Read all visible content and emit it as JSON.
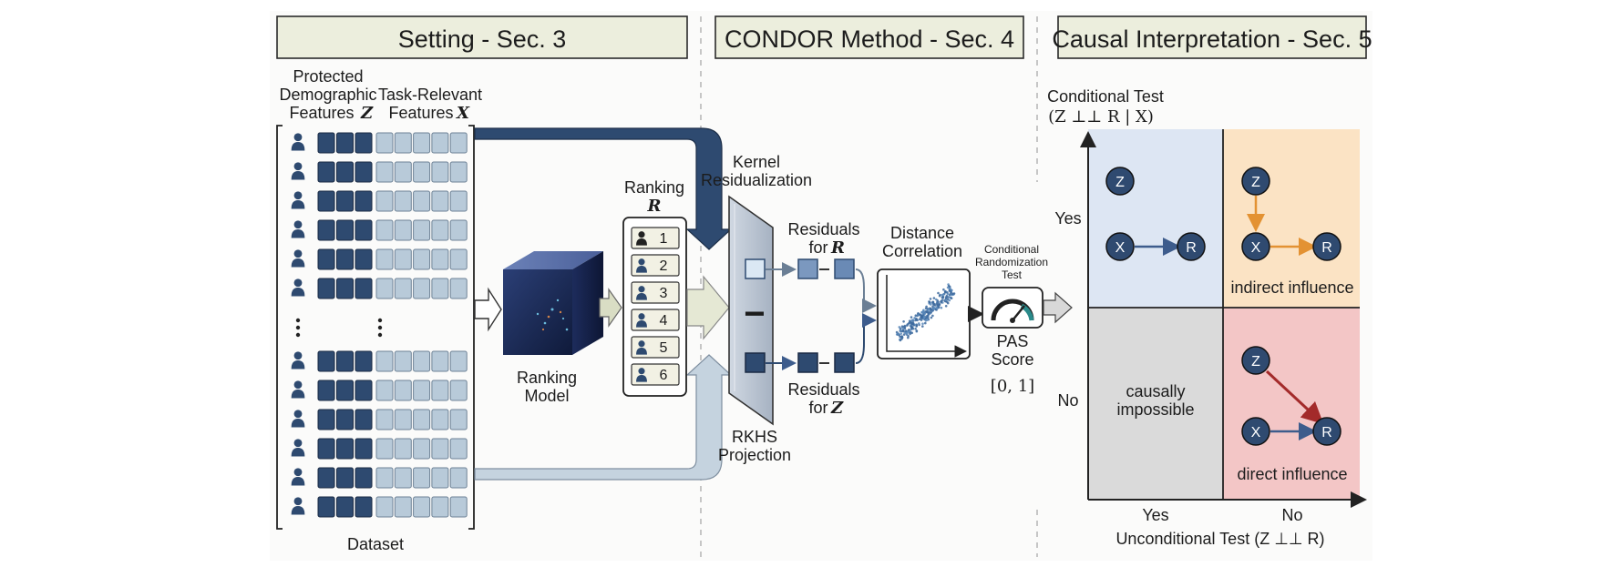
{
  "sections": [
    {
      "title": "Setting - Sec. 3"
    },
    {
      "title": "CONDOR Method - Sec. 4"
    },
    {
      "title": "Causal Interpretation - Sec. 5"
    }
  ],
  "setting": {
    "protected_label": [
      "Protected",
      "Demographic",
      "Features"
    ],
    "protected_symbol": "Z",
    "task_label": [
      "Task-Relevant",
      "Features"
    ],
    "task_symbol": "X",
    "dataset_label": "Dataset",
    "model_label": [
      "Ranking",
      "Model"
    ],
    "ranking_label": "Ranking",
    "ranking_symbol": "R",
    "ranks": [
      "1",
      "2",
      "3",
      "4",
      "5",
      "6"
    ]
  },
  "method": {
    "kernel_label": [
      "Kernel",
      "Residualization"
    ],
    "rkhs_label": [
      "RKHS",
      "Projection"
    ],
    "residuals_r": [
      "Residuals",
      "for"
    ],
    "residuals_r_symbol": "R",
    "residuals_z": [
      "Residuals",
      "for"
    ],
    "residuals_z_symbol": "Z",
    "distance_label": [
      "Distance",
      "Correlation"
    ],
    "crt_label": [
      "Conditional",
      "Randomization",
      "Test"
    ],
    "pas_label": [
      "PAS",
      "Score"
    ],
    "pas_range": "[0, 1]",
    "minus_sign": "−"
  },
  "causal": {
    "y_axis_title": "Conditional Test",
    "y_axis_formula": "(Z ⊥⊥ R | X)",
    "y_yes": "Yes",
    "y_no": "No",
    "x_yes": "Yes",
    "x_no": "No",
    "x_axis_title": "Unconditional Test (Z ⊥⊥ R)",
    "impossible_label": [
      "causally",
      "impossible"
    ],
    "indirect_label": "indirect influence",
    "direct_label": "direct influence",
    "node_z": "Z",
    "node_x": "X",
    "node_r": "R"
  },
  "colors": {
    "header_bg": "#eceedd",
    "dark_blue": "#2e4a70",
    "light_blue": "#b8cad9",
    "quad_blue": "#dde6f3",
    "quad_orange": "#fbe3c4",
    "quad_gray": "#dadada",
    "quad_red": "#f3c6c6",
    "arrow_orange": "#e39233",
    "arrow_red": "#a32a2a",
    "arrow_blue": "#3d5c8c"
  }
}
